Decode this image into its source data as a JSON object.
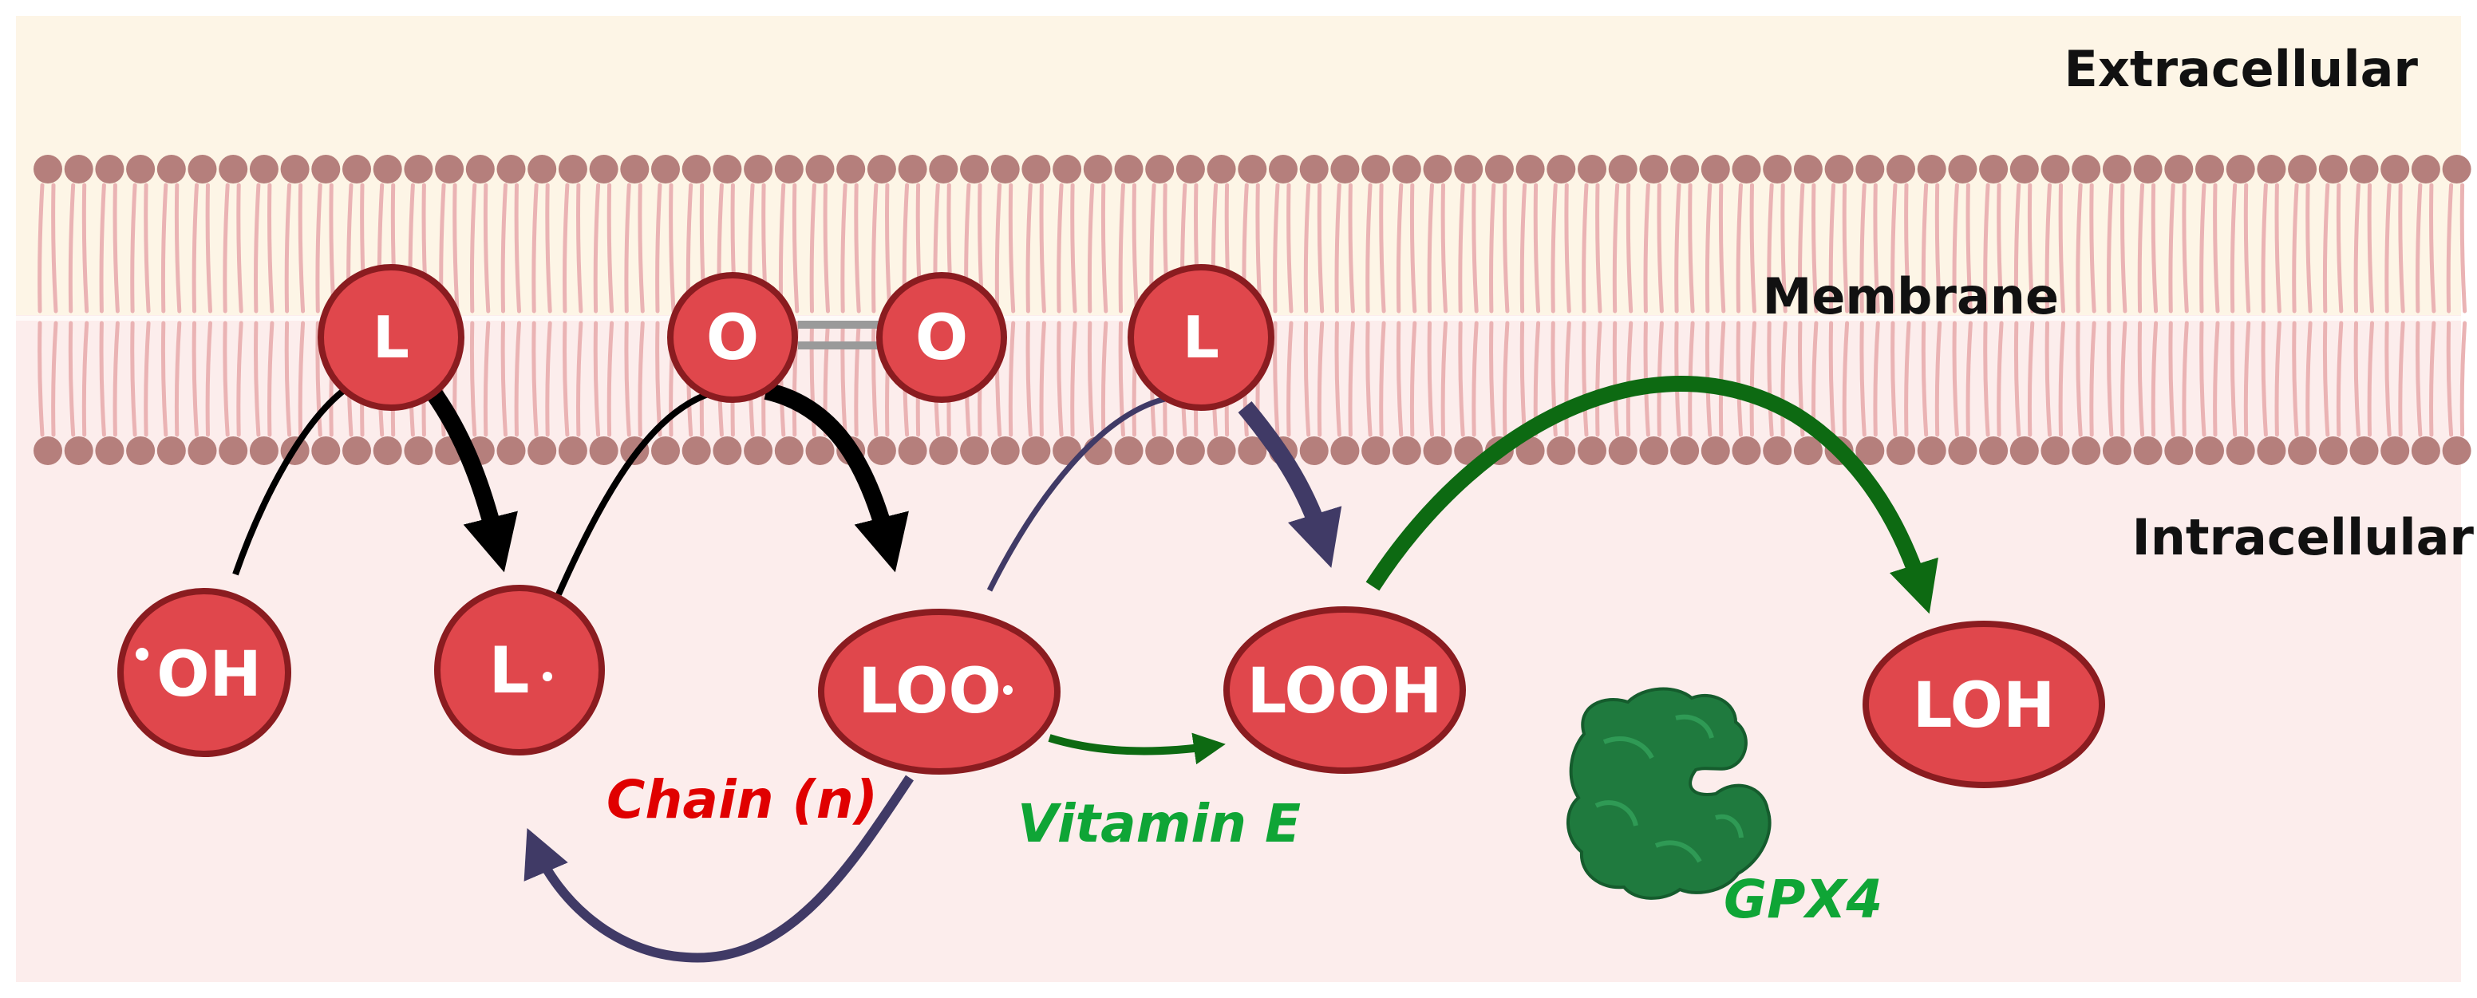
{
  "regions": {
    "extracellular": "Extracellular",
    "membrane": "Membrane",
    "intracellular": "Intracellular"
  },
  "molecules": {
    "hydroxyl_radical": "OH",
    "lipid_upper_left": "L",
    "oxygen_left": "O",
    "oxygen_right": "O",
    "lipid_upper_right": "L",
    "lipid_radical": "L",
    "peroxyl_radical": "LOO",
    "lipid_hydroperoxide": "LOOH",
    "lipid_alcohol": "LOH"
  },
  "annotations": {
    "chain": "Chain (n)",
    "vitamin_e": "Vitamin E",
    "gpx4": "GPX4"
  },
  "colors": {
    "extracellular_bg": "#fdf5e6",
    "intracellular_bg": "#fcedec",
    "lipid_head": "#b57f7c",
    "lipid_tail": "#eab3b4",
    "molecule_fill": "#e0474c",
    "molecule_stroke": "#8a1c20",
    "arrow_black": "#000000",
    "arrow_navy": "#403a66",
    "arrow_green": "#0d6a12",
    "chain_text": "#e00000",
    "vitamin_text": "#0fa536",
    "gpx4_protein": "#1f7a3e"
  }
}
